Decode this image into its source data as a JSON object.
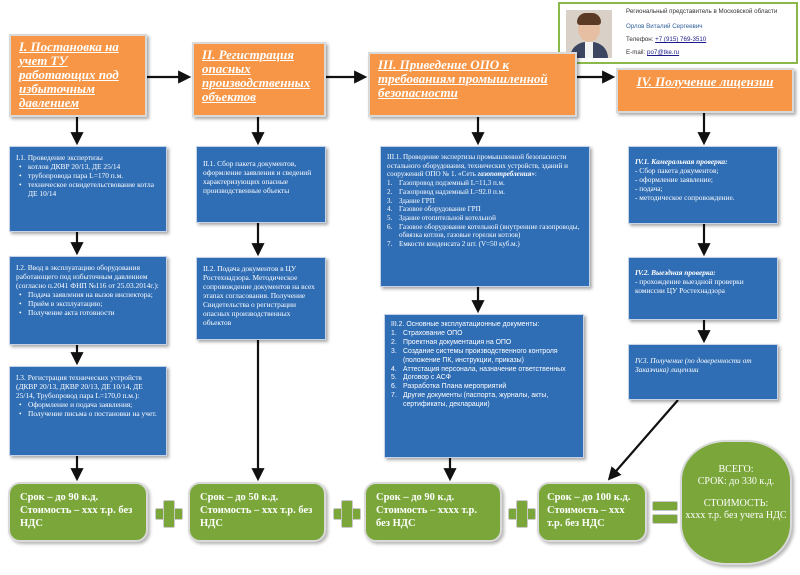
{
  "contact": {
    "role": "Региональный представитель в Московской области",
    "name": "Орлов Виталий Сергеевич",
    "phone_label": "Телефон:",
    "phone": "+7 (915) 769-3510",
    "email_label": "E-mail:",
    "email": "po7@tke.ru"
  },
  "stages": [
    {
      "title": "I. Постановка на учет ТУ работающих под избыточным давлением"
    },
    {
      "title": "II. Регистрация опасных производственных объектов"
    },
    {
      "title": "III. Приведение ОПО к требованиям промышленной безопасности"
    },
    {
      "title": "IV. Получение лицензии"
    }
  ],
  "s1": {
    "b1": {
      "title": "I.1. Проведение экспертизы",
      "bullets": [
        "котлов ДКВР 20/13, ДЕ 25/14",
        "трубопровода пара L=170 п.м.",
        "техническое освидетельствование котла ДЕ 10/14"
      ]
    },
    "b2": {
      "title": "I.2. Ввод в эксплуатацию оборудования работающего под избыточным давлением (согласно п.2041 ФНП №116 от 25.03.2014г.):",
      "bullets": [
        "Подача заявления на вызов инспектора;",
        "Приём в эксплуатацию;",
        "Получение акта готовности"
      ]
    },
    "b3": {
      "title": "I.3. Регистрация технических устройств (ДКВР 20/13, ДКВР 20/13, ДЕ 10/14, ДЕ 25/14, Трубопровод пара L=170,0 п.м.):",
      "bullets": [
        "Оформление и подача заявления;",
        "Получение письма о постановки на учет."
      ]
    }
  },
  "s2": {
    "b1": "II.1. Сбор пакета документов, оформление заявления и сведений характеризующих опасные производственные объекты",
    "b2": "II.2. Подача документов в ЦУ Ростехнадзора. Методическое сопровождение документов на всех этапах согласования. Получение Свидетельства о регистрации опасных производственных объектов"
  },
  "s3": {
    "b1": {
      "title": "III.1. Проведение экспертизы промышленной безопасности остального оборудования, технических устройств, зданий и сооружений ОПО № 1. «Сеть ",
      "title_em": "газопотребления»",
      "title_end": ":",
      "items": [
        {
          "n": "1.",
          "text": "Газопровод подземный L=11,3 п.м."
        },
        {
          "n": "2.",
          "text": "Газопровод надземный L=92.0 п.м."
        },
        {
          "n": "3.",
          "text": "Здание ГРП"
        },
        {
          "n": "4.",
          "text": "Газовое оборудование ГРП"
        },
        {
          "n": "5.",
          "text": "Здание отопительной котельной"
        },
        {
          "n": "6.",
          "text": "Газовое оборудование котельной (внутренние газопроводы, обвязка котлов, газовые горелки котлов)"
        },
        {
          "n": "7.",
          "text": "Емкости конденсата 2 шт. (V=50 куб.м.)"
        }
      ]
    },
    "b2": {
      "title": "III.2. Основные эксплуатационные документы:",
      "items": [
        {
          "n": "1.",
          "text": "Страхование ОПО"
        },
        {
          "n": "2.",
          "text": "Проектная документация на ОПО"
        },
        {
          "n": "3.",
          "text": "Создание системы производственного контроля (положение ПК, инструкции, приказы)"
        },
        {
          "n": "4.",
          "text": "Аттестация персонала, назначение ответственных"
        },
        {
          "n": "5.",
          "text": "Договор с АСФ"
        },
        {
          "n": "6.",
          "text": "Разработка Плана мероприятий"
        },
        {
          "n": "7.",
          "text": "Другие документы (паспорта, журналы, акты, сертификаты, декларации)"
        }
      ]
    }
  },
  "s4": {
    "b1": {
      "title": "IV.1. Камеральная проверка:",
      "lines": [
        "- Сбор пакета документов;",
        "- оформление заявление;",
        "- подача;",
        "- методическое сопровождение."
      ]
    },
    "b2": {
      "title": "IV.2. Выездная проверка:",
      "lines": [
        "- прохождение выездной проверки комиссии ЦУ Ростехнадзора"
      ]
    },
    "b3": {
      "title": "IV.3. Получение (по доверенности от Заказчика) лицензии"
    }
  },
  "results": [
    {
      "term": "Срок – до 90 к.д.",
      "cost": "Стоимость – ххх т.р. без НДС"
    },
    {
      "term": "Срок – до 50 к.д.",
      "cost": "Стоимость – ххх т.р. без НДС"
    },
    {
      "term": "Срок – до 90 к.д.",
      "cost": "Стоимость – хххх т.р. без НДС"
    },
    {
      "term": "Срок – до 100 к.д.",
      "cost": "Стоимость – ххх т.р. без НДС"
    }
  ],
  "total": {
    "l1": "ВСЕГО:",
    "l2": "СРОК: до 330 к.д.",
    "l3": "СТОИМОСТЬ:",
    "l4": "хххх т.р. без учета НДС"
  }
}
